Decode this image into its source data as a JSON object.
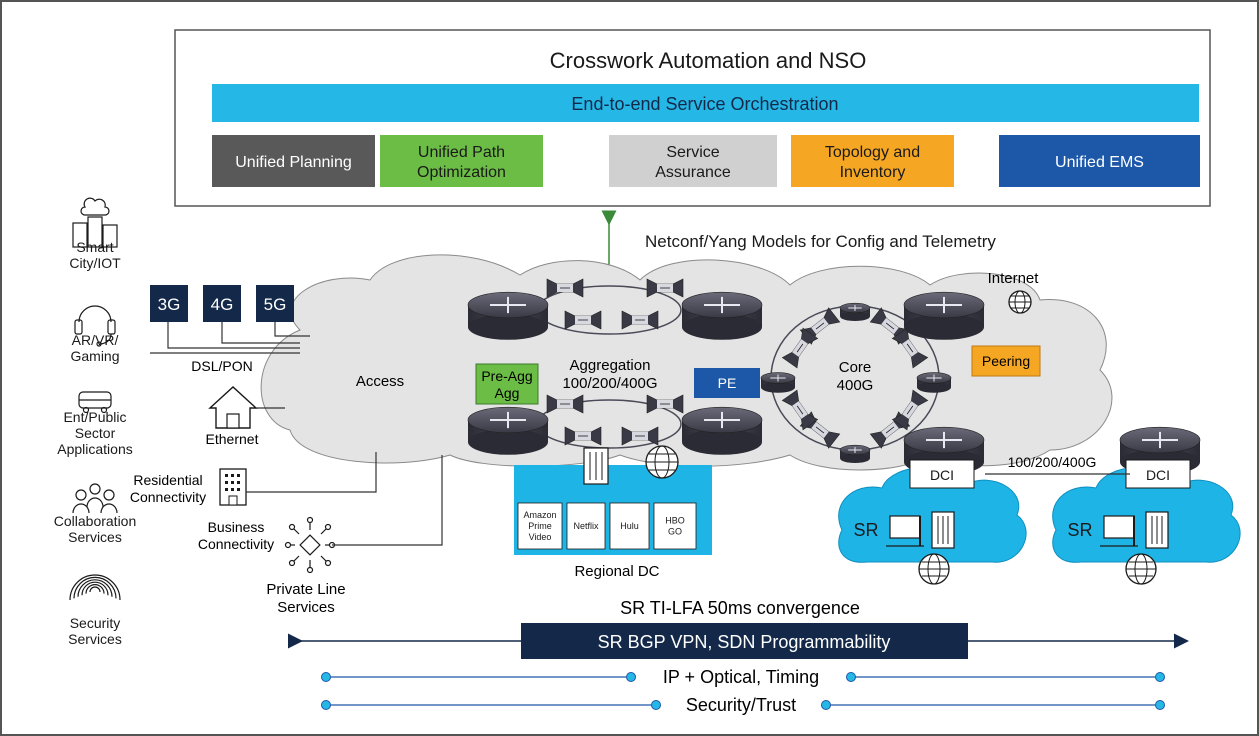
{
  "title": "Crosswork Automation and NSO",
  "orchestration_bar": "End-to-end Service Orchestration",
  "modules": [
    {
      "label_l1": "Unified Planning",
      "label_l2": "",
      "color": "#595959",
      "text_color": "#ffffff"
    },
    {
      "label_l1": "Unified Path",
      "label_l2": "Optimization",
      "color": "#6cbd45",
      "text_color": "#1a1a1a"
    },
    {
      "label_l1": "Service",
      "label_l2": "Assurance",
      "color": "#d0d0d0",
      "text_color": "#1a1a1a"
    },
    {
      "label_l1": "Topology and",
      "label_l2": "Inventory",
      "color": "#f5a623",
      "text_color": "#1a1a1a"
    },
    {
      "label_l1": "Unified EMS",
      "label_l2": "",
      "color": "#1d57a8",
      "text_color": "#ffffff"
    }
  ],
  "netconf_label": "Netconf/Yang Models for Config and Telemetry",
  "internet_label": "Internet",
  "left_services": [
    {
      "l1": "Smart",
      "l2": "City/IOT",
      "l3": "",
      "icon": "building-cloud-icon"
    },
    {
      "l1": "AR/VR/",
      "l2": "Gaming",
      "l3": "",
      "icon": "headset-icon"
    },
    {
      "l1": "Ent/Public",
      "l2": "Sector",
      "l3": "Applications",
      "icon": "bus-icon"
    },
    {
      "l1": "Collaboration",
      "l2": "Services",
      "l3": "",
      "icon": "people-icon"
    },
    {
      "l1": "Security",
      "l2": "Services",
      "l3": "",
      "icon": "fingerprint-icon"
    }
  ],
  "mobile_gens": [
    "3G",
    "4G",
    "5G"
  ],
  "dsl_pon": "DSL/PON",
  "ethernet": "Ethernet",
  "residential": {
    "l1": "Residential",
    "l2": "Connectivity"
  },
  "business": {
    "l1": "Business",
    "l2": "Connectivity"
  },
  "private_line": {
    "l1": "Private Line",
    "l2": "Services"
  },
  "access": "Access",
  "preagg": {
    "l1": "Pre-Agg",
    "l2": "Agg"
  },
  "aggregation": {
    "l1": "Aggregation",
    "l2": "100/200/400G"
  },
  "pe": "PE",
  "core": {
    "l1": "Core",
    "l2": "400G"
  },
  "peering": "Peering",
  "dci_label": "DCI",
  "dci_link": "100/200/400G",
  "sr": "SR",
  "regional_dc": "Regional DC",
  "streaming": [
    {
      "l1": "Amazon",
      "l2": "Prime",
      "l3": "Video"
    },
    {
      "l1": "Netflix",
      "l2": "",
      "l3": ""
    },
    {
      "l1": "Hulu",
      "l2": "",
      "l3": ""
    },
    {
      "l1": "HBO",
      "l2": "GO",
      "l3": ""
    }
  ],
  "ti_lfa": "SR TI-LFA 50ms convergence",
  "sr_bgp": "SR BGP VPN, SDN Programmability",
  "ip_optical": "IP + Optical, Timing",
  "security_trust": "Security/Trust",
  "colors": {
    "cyan": "#25b7e6",
    "navy": "#14294a",
    "pe_blue": "#1d57a8",
    "cloud": "#e6e6e6",
    "sr_cloud": "#1fb4e6",
    "dc_blue": "#1fb4e6",
    "arrow_green": "#3a8a3a"
  }
}
